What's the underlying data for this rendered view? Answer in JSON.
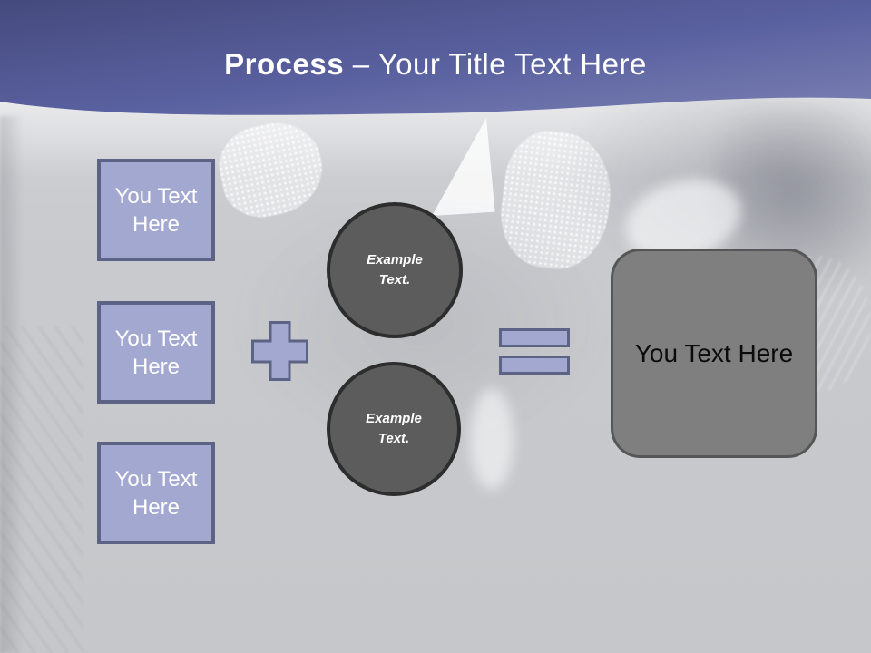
{
  "header": {
    "title_bold": "Process",
    "title_rest": "– Your Title Text Here",
    "band_gradient_top": "#454a7d",
    "band_gradient_bottom": "#7b81b2",
    "title_color": "#ffffff"
  },
  "diagram": {
    "input_boxes": [
      {
        "label": "You Text Here"
      },
      {
        "label": "You Text Here"
      },
      {
        "label": "You Text Here"
      }
    ],
    "operators": {
      "plus_icon": "plus-sign",
      "equals_icon": "equals-sign"
    },
    "circles": [
      {
        "label": "Example Text."
      },
      {
        "label": "Example Text."
      }
    ],
    "result_box": {
      "label": "You Text Here"
    },
    "colors": {
      "box_fill": "#a2a8d0",
      "box_border": "#5d6384",
      "circle_fill": "#5c5c5c",
      "circle_border": "#2d2d2d",
      "result_fill": "#7f7f7f",
      "result_border": "#565656",
      "background": "#c7c9cc"
    }
  }
}
